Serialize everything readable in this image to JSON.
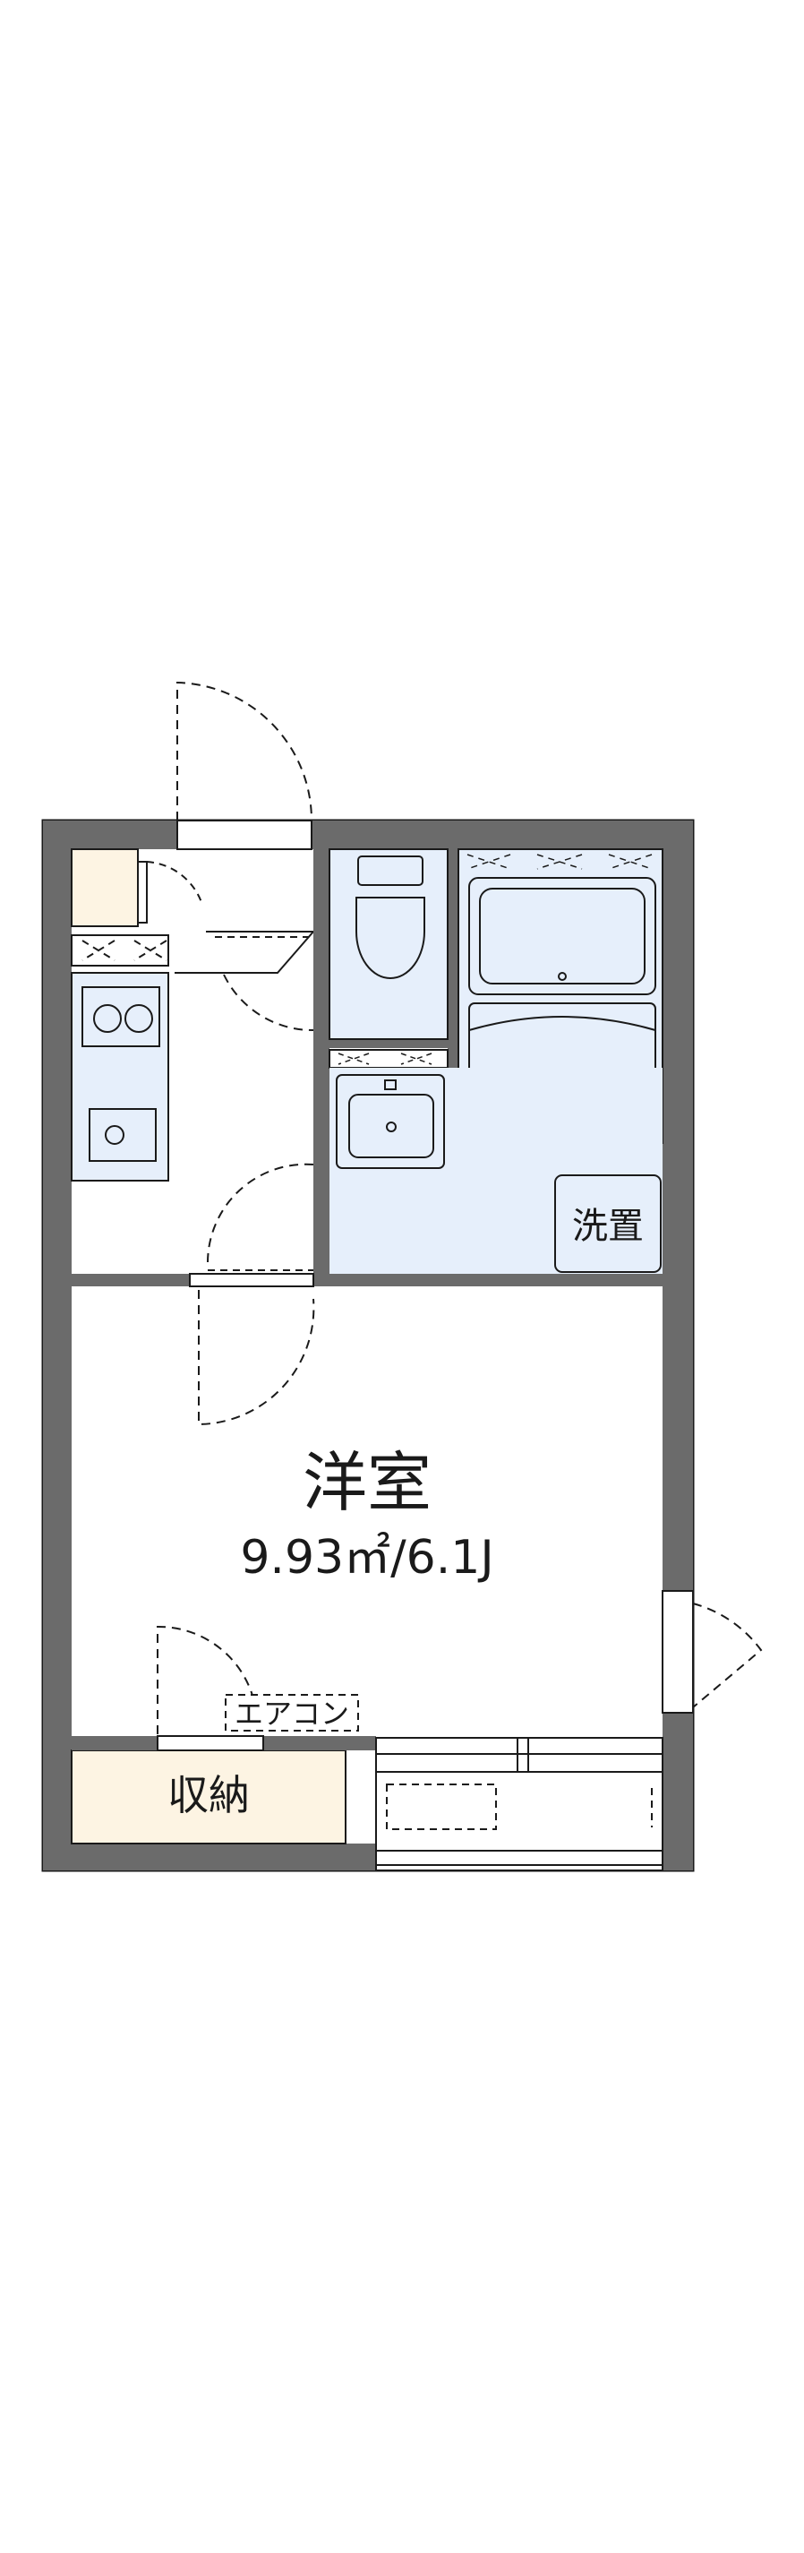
{
  "rooms": {
    "western_room": {
      "name": "洋室",
      "area": "9.93㎡/6.1J"
    },
    "storage": {
      "name": "収納"
    },
    "laundry": {
      "name": "洗置"
    },
    "aircon": {
      "name": "エアコン"
    }
  },
  "colors": {
    "wall": "#6b6b6b",
    "wet_area": "#e6effb",
    "storage_fill": "#fdf4e3",
    "outline": "#1a1a1a"
  }
}
